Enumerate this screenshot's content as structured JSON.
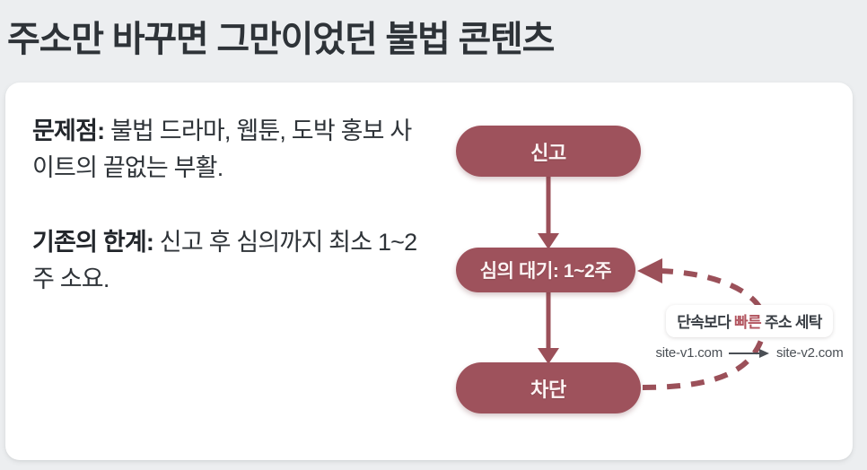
{
  "header": {
    "title": "주소만 바꾸면 그만이었던 불법 콘텐츠"
  },
  "content": {
    "paragraphs": [
      {
        "lead": "문제점:",
        "body": " 불법 드라마, 웹툰, 도박 홍보 사이트의 끝없는 부활."
      },
      {
        "lead": "기존의 한계:",
        "body": " 신고 후 심의까지 최소 1~2주 소요."
      }
    ]
  },
  "flow": {
    "nodes": [
      {
        "id": "report",
        "label": "신고"
      },
      {
        "id": "review",
        "label": "심의 대기: 1~2주"
      },
      {
        "id": "block",
        "label": "차단"
      }
    ],
    "annotation": {
      "badge_prefix": "단속보다 ",
      "badge_highlight": "빠른",
      "badge_suffix": " 주소 세탁",
      "url_from": "site-v1.com",
      "url_to": "site-v2.com",
      "url_arrow_glyph": "→"
    }
  },
  "colors": {
    "page_background": "#eceef0",
    "card_background": "#ffffff",
    "node_fill": "#9e525c",
    "node_text": "#fdf4f4",
    "connector": "#9b5059",
    "title_text": "#2e3338",
    "body_text": "#2e3338",
    "highlight": "#b2555f"
  }
}
